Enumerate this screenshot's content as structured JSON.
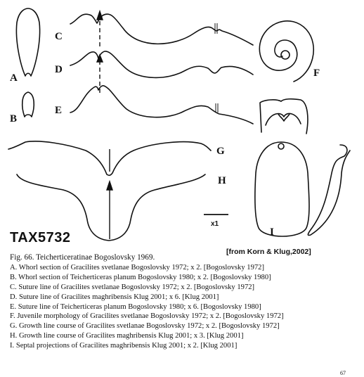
{
  "figure": {
    "panel_letters": [
      "A",
      "B",
      "C",
      "D",
      "E",
      "F",
      "G",
      "H",
      "I"
    ],
    "code": "TAX5732",
    "source": "[from Korn & Klug,2002]",
    "scale_bar": "x1",
    "page_number": "67"
  },
  "caption": {
    "title": "Fig. 66. Teicherticeratinae Bogoslovsky 1969.",
    "lines": [
      "A. Whorl section of Gracilites svetlanae Bogoslovsky 1972; x 2. [Bogoslovsky 1972]",
      "B. Whorl section of Teicherticeras planum Bogoslovsky 1980; x 2. [Bogoslovsky 1980]",
      "C. Suture line of Gracilites svetlanae Bogoslovsky 1972; x 2. [Bogoslovsky 1972]",
      "D. Suture line of Gracilites maghribensis Klug 2001; x 6. [Klug 2001]",
      "E. Suture line of Teicherticeras planum Bogoslovsky 1980; x 6. [Bogoslovsky 1980]",
      "F. Juvenile morphology of Gracilites svetlanae Bogoslovsky 1972; x 2. [Bogoslovsky 1972]",
      "G. Growth line course of Gracilites svetlanae Bogoslovsky 1972; x 2. [Bogoslovsky 1972]",
      "H. Growth line course of Gracilites maghribensis Klug 2001; x 3. [Klug 2001]",
      "I. Septal projections of Gracilites maghribensis Klug 2001; x 2. [Klug 2001]"
    ]
  }
}
